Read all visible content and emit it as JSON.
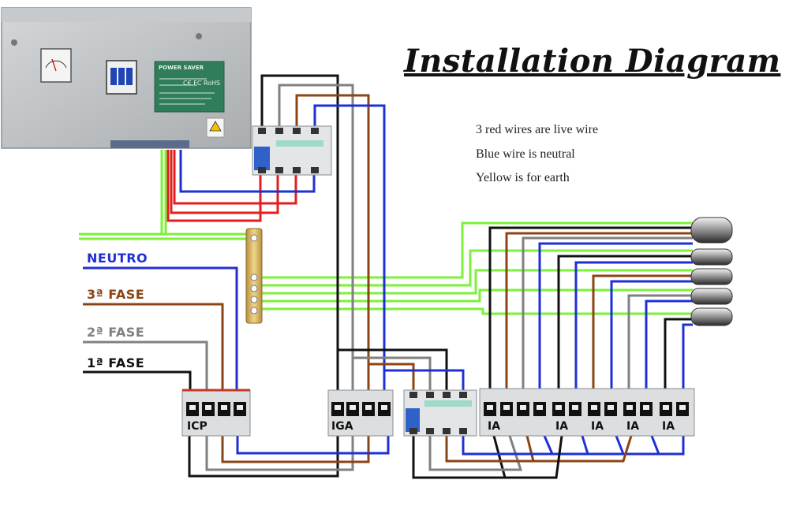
{
  "title": "Installation Diagram",
  "notes": [
    "3 red wires are live wire",
    "Blue wire is neutral",
    "Yellow is for earth"
  ],
  "wire_labels": {
    "neutral": "NEUTRO",
    "phase3": "3ª FASE",
    "phase2": "2ª FASE",
    "phase1": "1ª FASE"
  },
  "breakers": {
    "icp": "ICP",
    "iga": "IGA",
    "ia": [
      "IA",
      "IA",
      "IA",
      "IA",
      "IA"
    ]
  },
  "panel_plate": {
    "heading": "POWER SAVER",
    "marks": "C€ FC RoHS"
  },
  "colors": {
    "live": "#e41e1e",
    "neutral": "#1f2fd6",
    "earth": "#7cf03a",
    "phase1": "#111111",
    "phase2": "#808080",
    "phase3": "#8b4513",
    "enclosure": "#b9bcbe",
    "plate": "#2f7d5a"
  },
  "icons": [
    "voltmeter",
    "breaker-3-pole",
    "rcd-module",
    "earth-bar",
    "cable-end"
  ]
}
